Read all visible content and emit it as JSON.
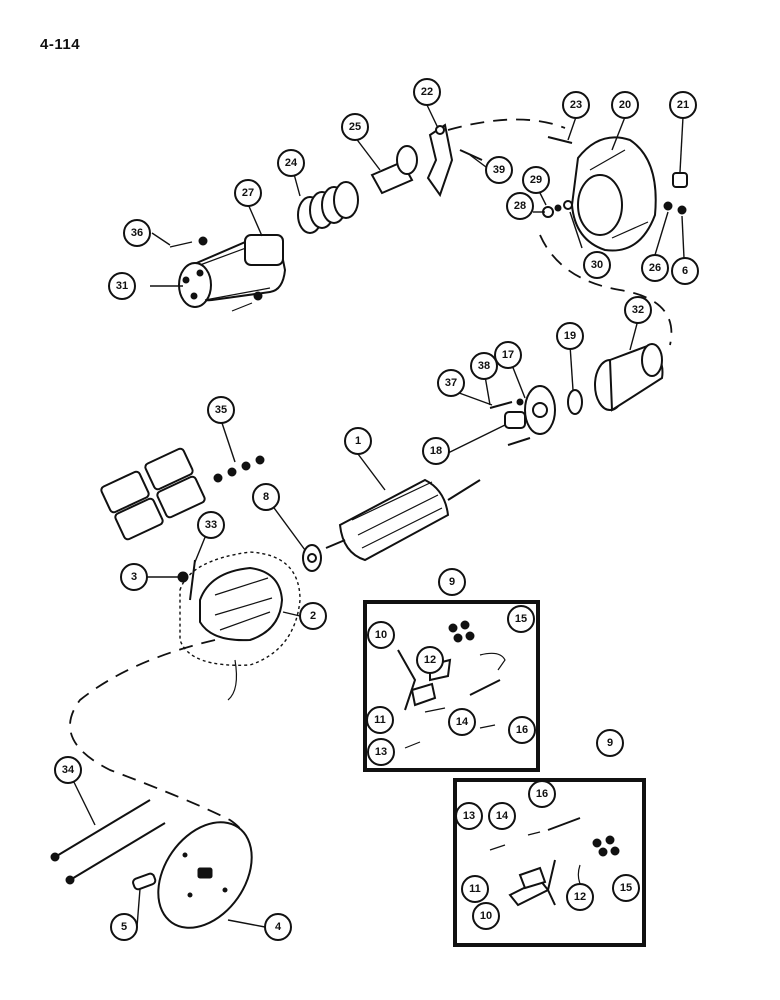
{
  "page_number": "4-114",
  "callouts": [
    {
      "id": "c1",
      "label": "1"
    },
    {
      "id": "c2",
      "label": "2"
    },
    {
      "id": "c3",
      "label": "3"
    },
    {
      "id": "c4",
      "label": "4"
    },
    {
      "id": "c5",
      "label": "5"
    },
    {
      "id": "c6",
      "label": "6"
    },
    {
      "id": "c8",
      "label": "8"
    },
    {
      "id": "c9a",
      "label": "9"
    },
    {
      "id": "c9b",
      "label": "9"
    },
    {
      "id": "c10a",
      "label": "10"
    },
    {
      "id": "c10b",
      "label": "10"
    },
    {
      "id": "c11a",
      "label": "11"
    },
    {
      "id": "c11b",
      "label": "11"
    },
    {
      "id": "c12a",
      "label": "12"
    },
    {
      "id": "c12b",
      "label": "12"
    },
    {
      "id": "c13a",
      "label": "13"
    },
    {
      "id": "c13b",
      "label": "13"
    },
    {
      "id": "c14a",
      "label": "14"
    },
    {
      "id": "c14b",
      "label": "14"
    },
    {
      "id": "c15a",
      "label": "15"
    },
    {
      "id": "c15b",
      "label": "15"
    },
    {
      "id": "c16a",
      "label": "16"
    },
    {
      "id": "c16b",
      "label": "16"
    },
    {
      "id": "c17",
      "label": "17"
    },
    {
      "id": "c18",
      "label": "18"
    },
    {
      "id": "c19",
      "label": "19"
    },
    {
      "id": "c20",
      "label": "20"
    },
    {
      "id": "c21",
      "label": "21"
    },
    {
      "id": "c22",
      "label": "22"
    },
    {
      "id": "c23",
      "label": "23"
    },
    {
      "id": "c24",
      "label": "24"
    },
    {
      "id": "c25",
      "label": "25"
    },
    {
      "id": "c26",
      "label": "26"
    },
    {
      "id": "c27",
      "label": "27"
    },
    {
      "id": "c28",
      "label": "28"
    },
    {
      "id": "c29",
      "label": "29"
    },
    {
      "id": "c30",
      "label": "30"
    },
    {
      "id": "c31",
      "label": "31"
    },
    {
      "id": "c32",
      "label": "32"
    },
    {
      "id": "c33",
      "label": "33"
    },
    {
      "id": "c34",
      "label": "34"
    },
    {
      "id": "c35",
      "label": "35"
    },
    {
      "id": "c36",
      "label": "36"
    },
    {
      "id": "c37",
      "label": "37"
    },
    {
      "id": "c38",
      "label": "38"
    },
    {
      "id": "c39",
      "label": "39"
    }
  ]
}
